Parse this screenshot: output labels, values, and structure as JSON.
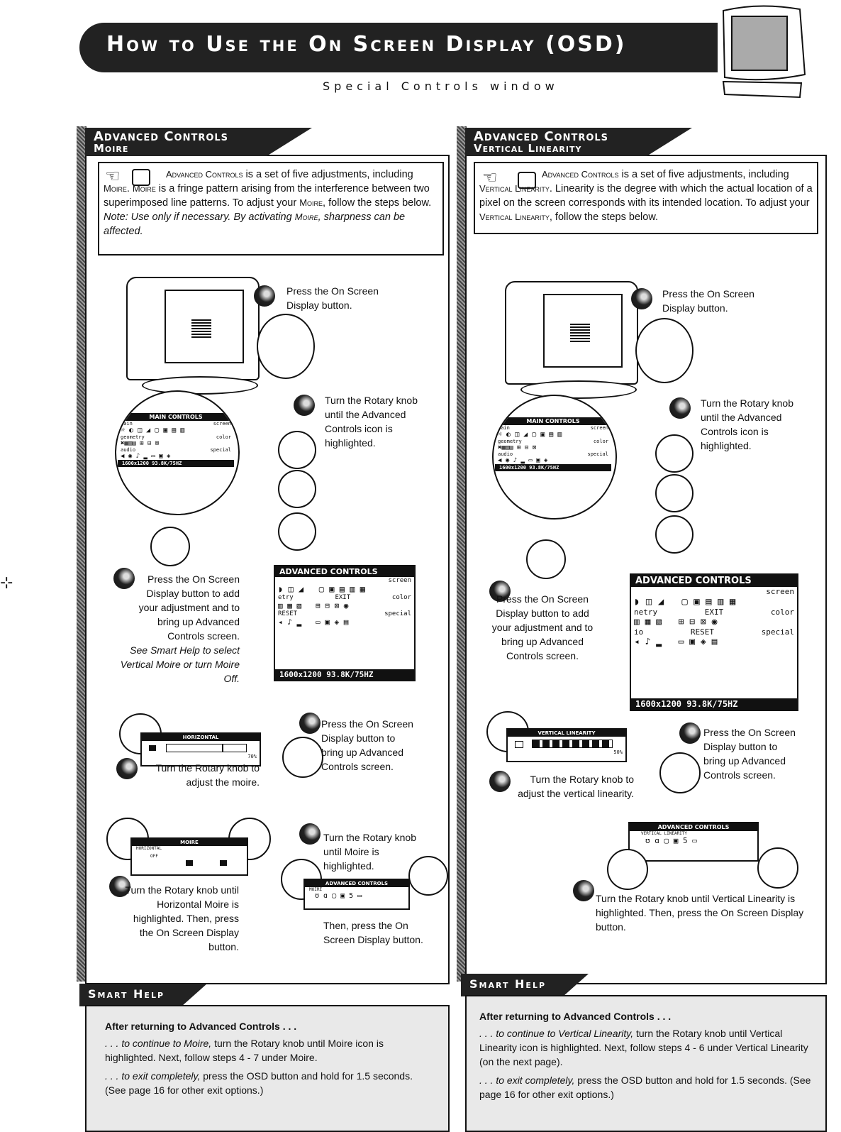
{
  "header": {
    "title": "How to Use the On Screen Display (OSD)",
    "subtitle": "Special Controls window"
  },
  "left": {
    "tab_line1": "Advanced Controls",
    "tab_line2": "Moire",
    "intro_lead": "Advanced Controls",
    "intro_a": " is a set of five adjustments, including ",
    "intro_moire1": "Moire",
    "intro_b": ". ",
    "intro_moire2": "Moire",
    "intro_c": " is a fringe pattern arising from the interference between two superimposed line patterns.  To adjust your ",
    "intro_moire3": "Moire",
    "intro_d": ", follow the steps below. ",
    "intro_note": "Note: Use only if necessary. By activating ",
    "intro_moire4": "Moire",
    "intro_note_end": ", sharpness can be affected.",
    "step1": "Press the On Screen Display button.",
    "step2": "Turn the Rotary knob until the Advanced Controls icon is highlighted.",
    "step3": "Press the On Screen Display button to add your adjustment and to bring up Advanced Controls screen.",
    "step3_note": "See Smart Help to select Vertical Moire or turn Moire Off.",
    "step4": "Turn the Rotary knob until Moire is highlighted.",
    "step4b": "Then, press the On Screen Display button.",
    "step5": "Turn the Rotary knob until Horizontal Moire is highlighted. Then, press the On Screen Display button.",
    "step6": "Press the On Screen Display button to bring up Advanced Controls screen.",
    "step7": "Turn the Rotary knob to adjust the moire.",
    "help_tab": "Smart Help",
    "help_head": "After returning to Advanced Controls . . .",
    "help_p1_em": ". . . to continue to Moire,",
    "help_p1": " turn the Rotary knob until Moire icon is highlighted. Next, follow steps 4 - 7 under Moire.",
    "help_p2_em": ". . . to exit completely,",
    "help_p2": " press the OSD button and hold for 1.5 seconds. (See page 16 for other exit options.)"
  },
  "right": {
    "tab_line1": "Advanced Controls",
    "tab_line2": "Vertical Linearity",
    "intro_lead": "Advanced Controls",
    "intro_a": " is a set of five adjustments, including ",
    "intro_vl1": "Vertical Linearity",
    "intro_b": ". Linearity is the degree with which the actual location of a pixel on the screen corresponds with its intended location. To adjust your ",
    "intro_vl2": "Vertical Linearity",
    "intro_c": ", follow the steps below.",
    "step1": "Press the On Screen Display button.",
    "step2": "Turn the Rotary knob until the Advanced Controls icon is highlighted.",
    "step3": "Press the On Screen Display button to add your adjustment and to bring up Advanced Controls screen.",
    "step4": "Turn the Rotary knob until Vertical Linearity is highlighted. Then, press the On Screen Display button.",
    "step5": "Press the On Screen Display button to bring up Advanced Controls screen.",
    "step6": "Turn the Rotary knob to adjust the vertical linearity.",
    "help_tab": "Smart Help",
    "help_head": "After returning to Advanced Controls . . .",
    "help_p1_em": ". . . to continue to Vertical Linearity,",
    "help_p1": " turn the Rotary knob until Vertical Linearity icon is highlighted. Next, follow steps 4 - 6 under Vertical Linearity (on the next page).",
    "help_p2_em": ". . . to exit completely,",
    "help_p2": " press the OSD button and hold for 1.5 seconds. (See page 16 for other exit options.)"
  },
  "osd": {
    "main_controls": "MAIN CONTROLS",
    "screen": "screen",
    "geometry": "geometry",
    "color": "color",
    "audio": "audio",
    "special": "special",
    "exit": "EXIT",
    "reset": "RESET",
    "resolution": "1600x1200  93.8K/75HZ",
    "advanced_controls": "ADVANCED CONTROLS",
    "screen_r": "screen",
    "etry": "etry",
    "netry": "netry",
    "io": "io",
    "horizontal": "HORIZONTAL",
    "horizontal_pct": "70%",
    "moire": "MOIRE",
    "moire_horizontal": "HORIZONTAL",
    "moire_off": "OFF",
    "moire_small": "MOIRE",
    "vertical_linearity": "VERTICAL LINEARITY",
    "vl_pct": "50%",
    "vertical_linearity_small": "VERTICAL LINEARITY"
  }
}
